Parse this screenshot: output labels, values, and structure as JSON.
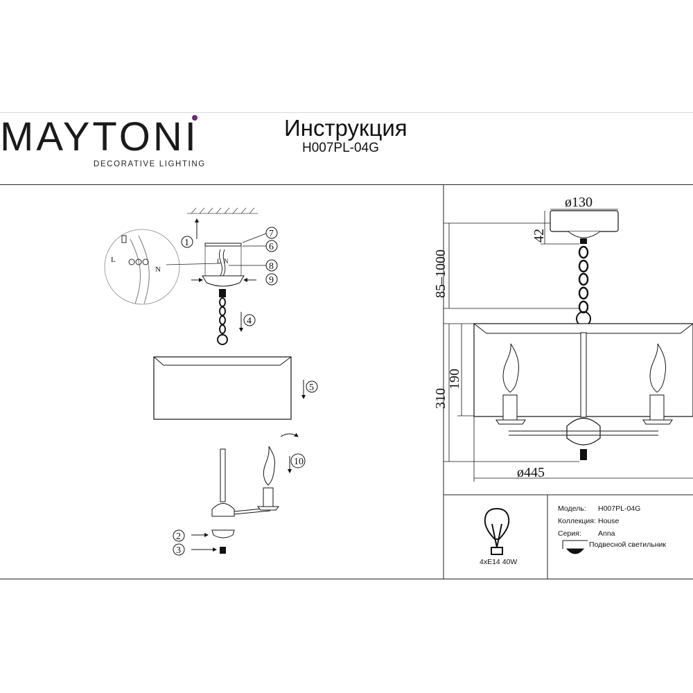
{
  "brand": {
    "name": "MAYTONI",
    "tagline": "DECORATIVE LIGHTING",
    "accent_color": "#6b2a7a"
  },
  "header": {
    "title": "Инструкция",
    "code": "H007PL-04G"
  },
  "assembly": {
    "callouts": [
      "1",
      "2",
      "3",
      "4",
      "5",
      "6",
      "7",
      "8",
      "9",
      "10"
    ],
    "wire_labels": {
      "l": "L",
      "n": "N"
    }
  },
  "dimensions": {
    "canopy_diameter": "ø130",
    "canopy_height": "42",
    "chain_length": "85–1000",
    "shade_height": "190",
    "total_height": "310",
    "shade_diameter": "ø445"
  },
  "specs": {
    "bulb": "4xE14 40W",
    "model_label": "Модель:",
    "model_value": "H007PL-04G",
    "collection_label": "Коллекция:",
    "collection_value": "House",
    "series_label": "Серия:",
    "series_value": "Anna",
    "type_value": "Подвесной светильник"
  }
}
